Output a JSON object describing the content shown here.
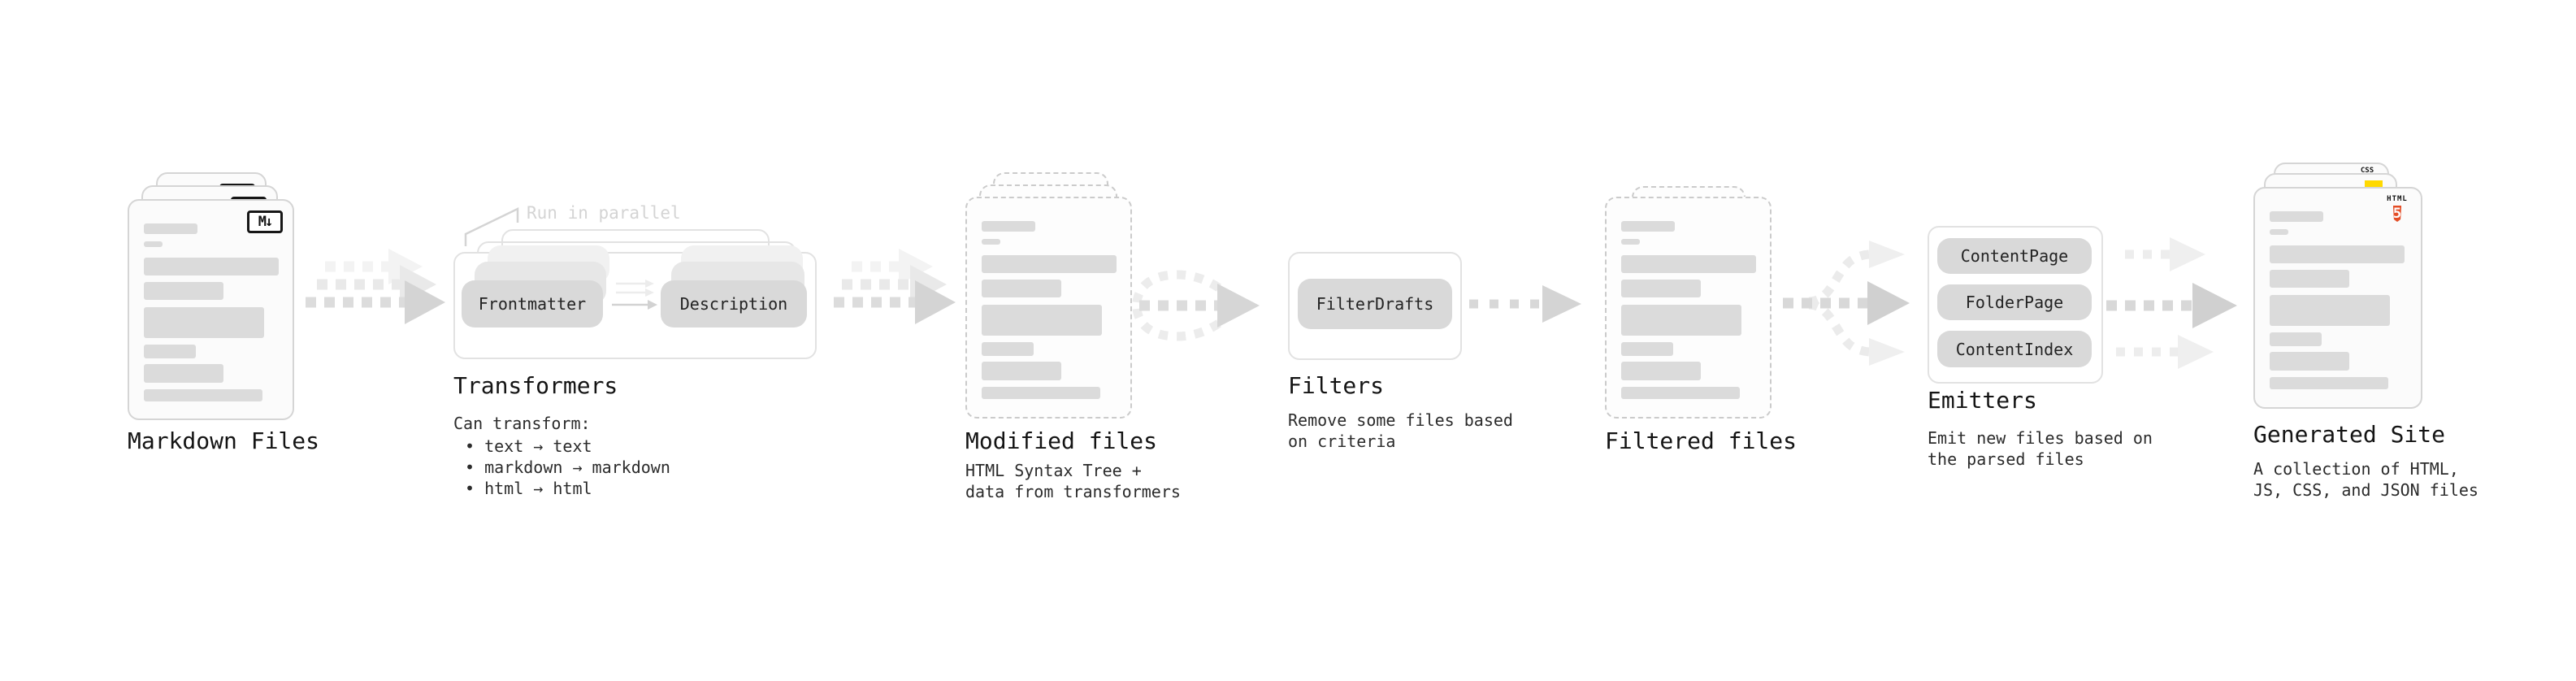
{
  "stages": {
    "markdown": {
      "title": "Markdown Files",
      "badge": "M↓"
    },
    "transformers": {
      "title": "Transformers",
      "callout": "Run in parallel",
      "pills": [
        "Frontmatter",
        "Description"
      ],
      "note_heading": "Can transform:",
      "bullets": [
        "• text → text",
        "• markdown → markdown",
        "• html → html"
      ]
    },
    "modified": {
      "title": "Modified files",
      "subtitle_lines": [
        "HTML Syntax Tree +",
        "data from transformers"
      ]
    },
    "filters": {
      "title": "Filters",
      "pills": [
        "FilterDrafts"
      ],
      "subtitle_lines": [
        "Remove some files based",
        "on criteria"
      ]
    },
    "filtered": {
      "title": "Filtered files"
    },
    "emitters": {
      "title": "Emitters",
      "pills": [
        "ContentPage",
        "FolderPage",
        "ContentIndex"
      ],
      "subtitle_lines": [
        "Emit new files based on",
        "the parsed files"
      ]
    },
    "generated": {
      "title": "Generated Site",
      "subtitle_lines": [
        "A collection of HTML,",
        "JS, CSS, and JSON files"
      ],
      "badges": {
        "css": "CSS",
        "html_label": "HTML",
        "html_number": "5"
      }
    }
  },
  "colors": {
    "pill_gray": "#d9d9d9",
    "bar_gray": "#dbdbdb",
    "card_border": "#d5d5d5",
    "dashed_border": "#cbcbcb",
    "frame_border": "#e2e2e2",
    "arrow_gray": "#dcdcdc",
    "arrowhead_gray": "#d4d4d4",
    "ghost_arrow": "#ededed",
    "callout_gray": "#d4d4d4",
    "text_dark": "#1c1c1c",
    "html5_orange": "#e44d26",
    "js_yellow": "#ffd900",
    "css_blue": "#1a66e8"
  }
}
